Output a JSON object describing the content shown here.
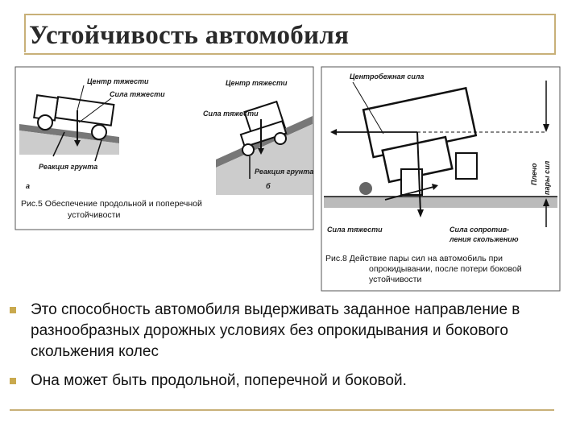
{
  "slide": {
    "title": "Устойчивость автомобиля",
    "figure1": {
      "labels": {
        "center_of_mass_a": "Центр тяжести",
        "gravity_a": "Сила тяжести",
        "center_of_mass_b": "Центр тяжести",
        "gravity_b": "Сила тяжести",
        "ground_reaction_a": "Реакция грунта",
        "ground_reaction_b": "Реакция грунта",
        "letter_a": "а",
        "letter_b": "б"
      },
      "caption_line1": "Рис.5 Обеспечение продольной и поперечной",
      "caption_line2": "устойчивости"
    },
    "figure2": {
      "labels": {
        "centrifugal": "Центробежная сила",
        "arm": "Плечо",
        "force_pair": "пары сил",
        "gravity": "Сила тяжести",
        "resist1": "Сила сопротив-",
        "resist2": "ления скольжению"
      },
      "caption_line1": "Рис.8 Действие пары сил на автомобиль при",
      "caption_line2": "опрокидывании, после потери боковой",
      "caption_line3": "устойчивости"
    },
    "bullets": [
      "Это способность автомобиля выдерживать заданное направление в разнообразных дорожных условиях без опрокидывания и бокового скольжения колес",
      "Она может быть продольной, поперечной и боковой."
    ],
    "accent_color": "#c9a94e",
    "frame_color": "#c8b078"
  }
}
